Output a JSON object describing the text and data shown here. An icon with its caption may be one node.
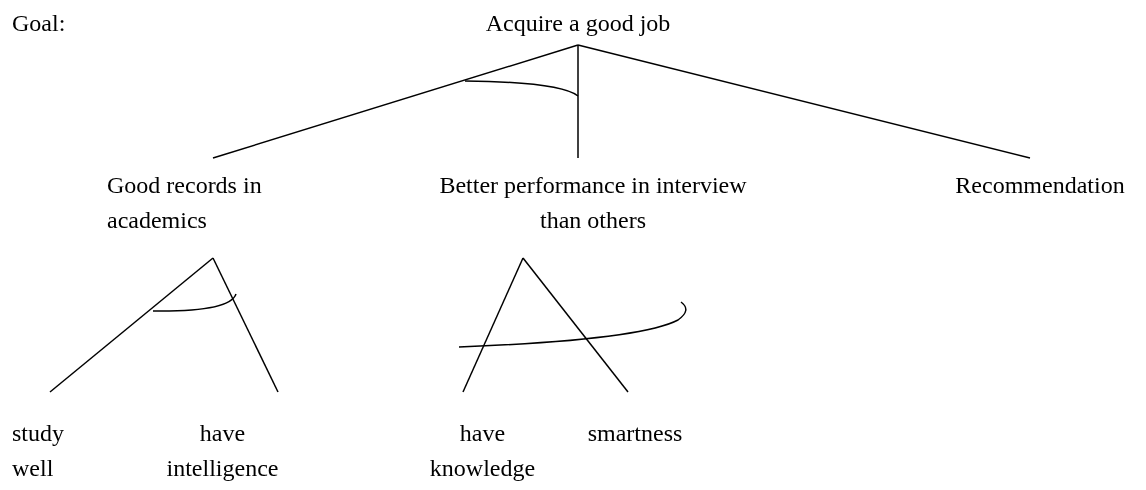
{
  "diagram": {
    "nodes": [
      {
        "text": [
          "Acquire a good job"
        ]
      },
      {
        "text": [
          "Good records in academics"
        ]
      },
      {
        "text": [
          "Better performance in interview than others"
        ]
      },
      {
        "text": [
          "Recommendation"
        ]
      },
      {
        "text": [
          "study well"
        ]
      },
      {
        "text": [
          "have intelligence"
        ]
      },
      {
        "text": [
          "have knowledge"
        ]
      },
      {
        "text": [
          "smartness"
        ]
      }
    ],
    "edges": [
      {
        "from": 0,
        "to": 1,
        "arrow": "none"
      },
      {
        "from": 0,
        "to": 2,
        "arrow": "none"
      },
      {
        "from": 0,
        "to": 3,
        "arrow": "none"
      },
      {
        "from": 1,
        "to": 4,
        "arrow": "none"
      },
      {
        "from": 1,
        "to": 5,
        "arrow": "none"
      },
      {
        "from": 2,
        "to": 6,
        "arrow": "none"
      },
      {
        "from": 2,
        "to": 7,
        "arrow": "none"
      }
    ],
    "labels": [
      "Goal:"
    ]
  }
}
